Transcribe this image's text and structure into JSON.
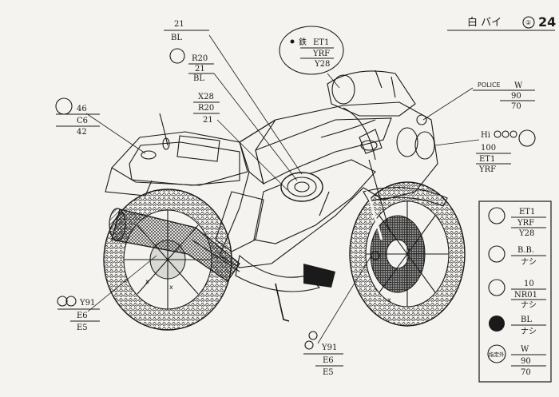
{
  "header": {
    "title": "白 バイ",
    "sheet_circle": "②",
    "page_number": "24"
  },
  "callouts": {
    "c_21_bl": {
      "l1": "21",
      "l2": "BL"
    },
    "c_r20": {
      "l1": "R20",
      "l2": "21",
      "l3": "BL"
    },
    "c_x28": {
      "l1": "X28",
      "l2": "R20",
      "l3": "21"
    },
    "c_46": {
      "l1": "46",
      "l2": "C6",
      "l3": "42"
    },
    "c_tetsu": {
      "l0": "鉄",
      "l1": "ET1",
      "l2": "YRF",
      "l3": "Y28"
    },
    "c_police": {
      "l0": "POLICE",
      "l1": "W",
      "l2": "90",
      "l3": "70"
    },
    "c_hi": {
      "l0": "Hi",
      "l1": "100",
      "l2": "ET1",
      "l3": "YRF"
    },
    "c_y91_left": {
      "l1": "Y91",
      "l2": "E6",
      "l3": "E5"
    },
    "c_y91_bottom": {
      "l1": "Y91",
      "l2": "E6",
      "l3": "E5"
    }
  },
  "legend": {
    "items": [
      {
        "l1": "ET1",
        "l2": "YRF",
        "l3": "Y28"
      },
      {
        "l1": "B.B.",
        "l2": "ナシ"
      },
      {
        "l1": "10",
        "l2": "NR01",
        "l3": "ナシ"
      },
      {
        "l1": "BL",
        "l2": "ナシ"
      },
      {
        "badge": "指定外",
        "l1": "W",
        "l2": "90",
        "l3": "70"
      }
    ]
  }
}
